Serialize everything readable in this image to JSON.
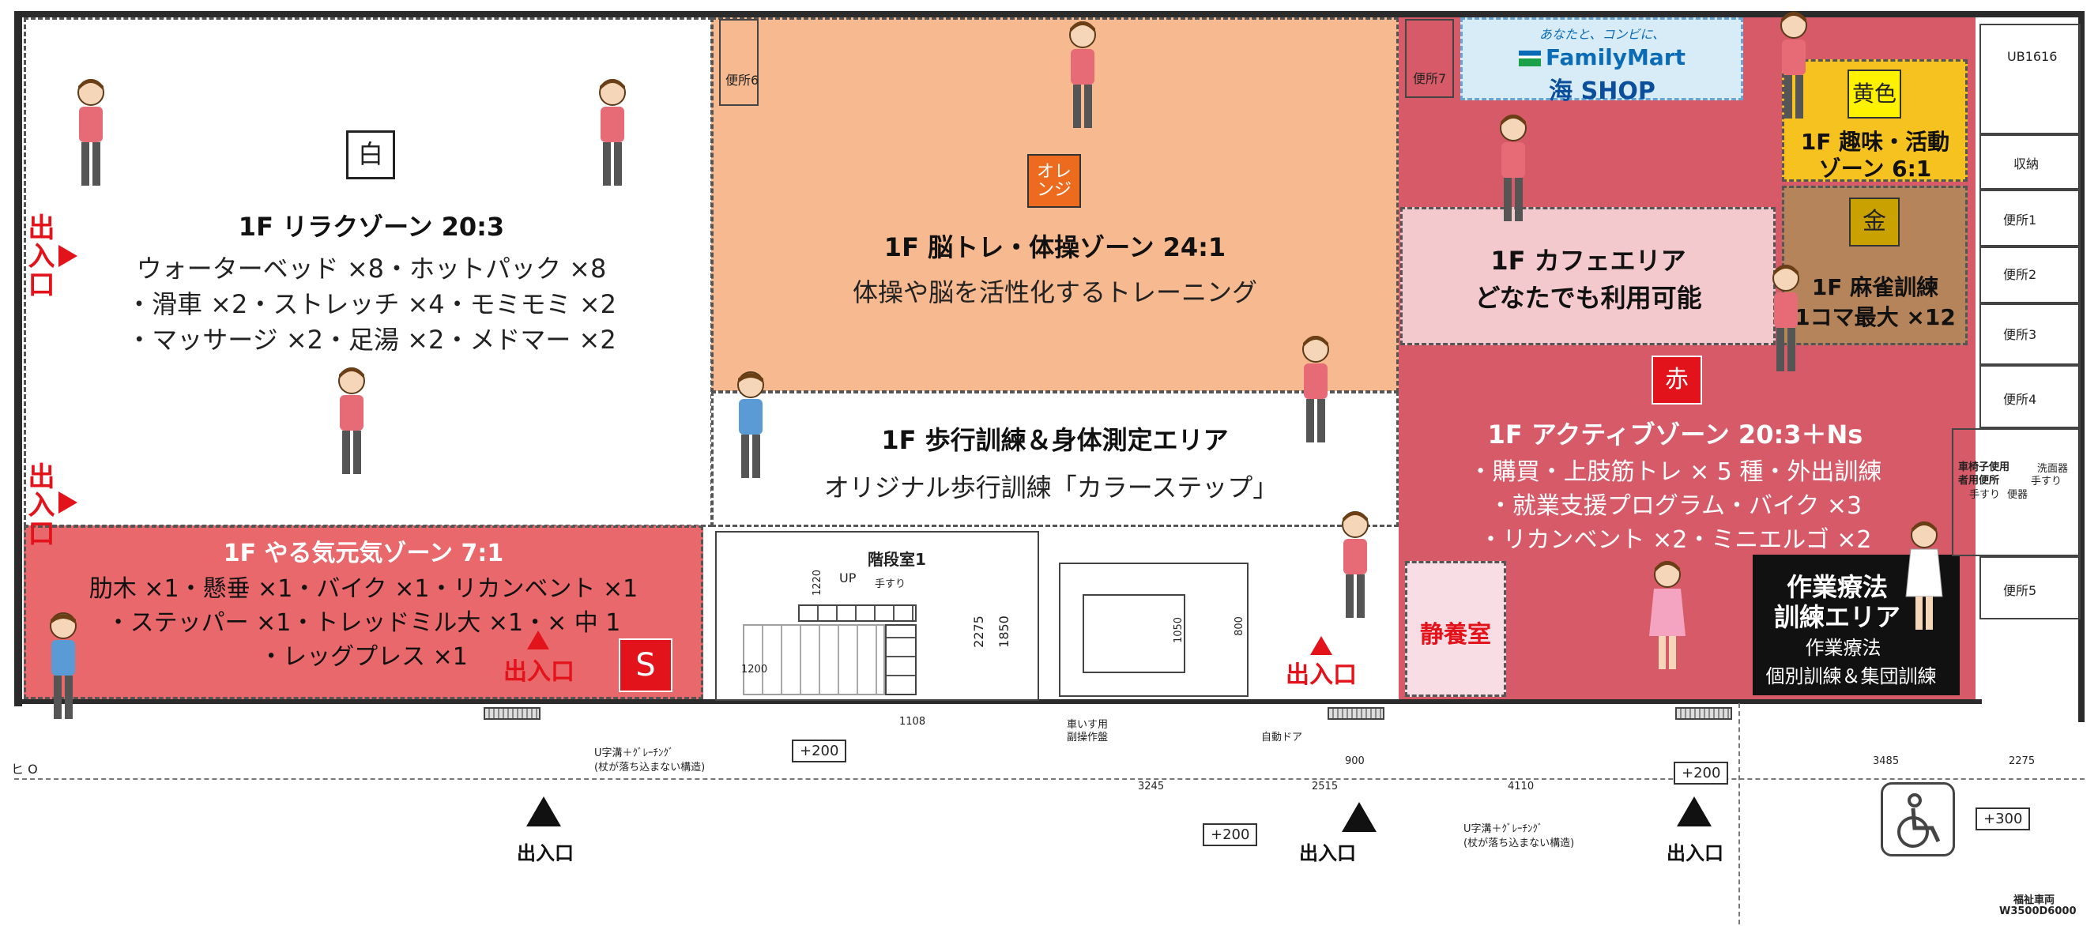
{
  "zones": {
    "relax": {
      "badge": "白",
      "title": "1F リラクゾーン 20:3",
      "lines": [
        "ウォーターベッド ×8・ホットパック ×8",
        "・滑車 ×2・ストレッチ ×4・モミモミ ×2",
        "・マッサージ ×2・足湯 ×2・メドマー ×2"
      ]
    },
    "brain": {
      "badge": "オレンジ",
      "title": "1F 脳トレ・体操ゾーン 24:1",
      "desc": "体操や脳を活性化するトレーニング"
    },
    "walk": {
      "title": "1F 歩行訓練＆身体測定エリア",
      "desc": "オリジナル歩行訓練「カラーステップ」"
    },
    "motivation": {
      "title": "1F やる気元気ゾーン 7:1",
      "lines": [
        "肋木 ×1・懸垂 ×1・バイク ×1・リカンベント ×1",
        "・ステッパー ×1・トレッドミル大 ×1・× 中 1",
        "・レッグプレス ×1"
      ],
      "badge": "S"
    },
    "shop": {
      "tagline": "あなたと、コンビに、",
      "brand": "FamilyMart",
      "name": "海 SHOP"
    },
    "hobby": {
      "badge": "黄色",
      "title_line1": "1F 趣味・活動",
      "title_line2": "ゾーン 6:1"
    },
    "cafe": {
      "title_line1": "1F カフェエリア",
      "title_line2": "どなたでも利用可能"
    },
    "mahjong": {
      "badge": "金",
      "title_line1": "1F 麻雀訓練",
      "title_line2": "1コマ最大 ×12"
    },
    "active": {
      "badge": "赤",
      "title": "1F アクティブゾーン 20:3＋Ns",
      "lines": [
        "・購買・上肢筋トレ × 5 種・外出訓練",
        "・就業支援プログラム・バイク ×3",
        "・リカンベント ×2・ミニエルゴ ×2"
      ]
    },
    "rest": {
      "title": "静養室"
    },
    "ot": {
      "title_line1": "作業療法",
      "title_line2": "訓練エリア",
      "desc_line1": "作業療法",
      "desc_line2": "個別訓練＆集団訓練"
    }
  },
  "entrances": {
    "left_top": "出入口",
    "left_bottom": "出入口",
    "inner_1": "出入口",
    "inner_2": "出入口",
    "outer_1": "出入口",
    "outer_2": "出入口",
    "outer_3": "出入口"
  },
  "annotations": {
    "toilet6": "便所6",
    "toilet7": "便所7",
    "ub": "UB1616",
    "storage": "収納",
    "toilet1": "便所1",
    "toilet2": "便所2",
    "toilet3": "便所3",
    "toilet4": "便所4",
    "toilet5": "便所5",
    "wheelchair_toilet_1": "車椅子使用",
    "wheelchair_toilet_2": "者用便所",
    "wash": "洗面器",
    "handrail_a": "手すり",
    "flush": "便器",
    "handrail_b": "手すり",
    "stairs": "階段室1",
    "up": "UP",
    "handrail_stair": "手すり",
    "dim_1220": "1220",
    "dim_2275": "2275",
    "dim_1850": "1850",
    "dim_1200": "1200",
    "dim_1108": "1108",
    "dim_1050": "1050",
    "dim_800": "800",
    "level_200_a": "+200",
    "level_200_b": "+200",
    "level_200_c": "+200",
    "level_300": "+300",
    "gutter_a_1": "U字溝＋ｸﾞﾚｰﾁﾝｸﾞ",
    "gutter_a_2": "(杖が落ち込まない構造)",
    "gutter_b_1": "U字溝＋ｸﾞﾚｰﾁﾝｸﾞ",
    "gutter_b_2": "(杖が落ち込まない構造)",
    "wheelchair_1": "車いす用",
    "wheelchair_2": "副操作盤",
    "auto_door": "自動ドア",
    "dim_900": "900",
    "dim_3245": "3245",
    "dim_2515": "2515",
    "dim_4110": "4110",
    "dim_3485": "3485",
    "dim_2275b": "2275",
    "vehicle_1": "福祉車両",
    "vehicle_2": "W3500D6000",
    "edge_lbl": "ヒ O"
  },
  "colors": {
    "relax": "#ffffff",
    "brain": "#f7b98f",
    "motivation": "#e9686c",
    "active": "#d75a68",
    "cafe": "#f3c9cd",
    "hobby": "#f6c21f",
    "mahjong": "#b5845a",
    "rest": "#f8dde4",
    "ot": "#111111",
    "entrance_red": "#e3131b",
    "orange_badge": "#ec6b1f"
  }
}
